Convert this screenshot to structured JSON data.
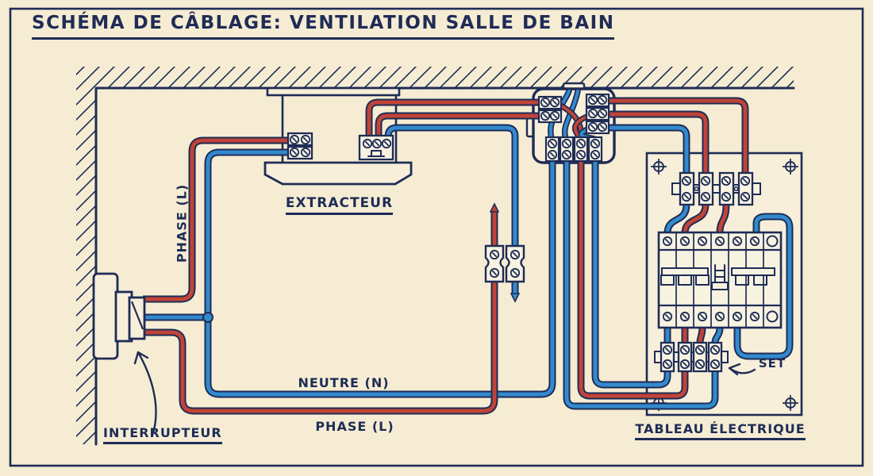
{
  "title": "SCHÉMA DE CÂBLAGE: VENTILATION SALLE DE BAIN",
  "labels": {
    "extractor": "EXTRACTEUR",
    "switch": "INTERRUPTEUR",
    "panel": "TABLEAU ÉLECTRIQUE",
    "vertical_phase": "PHASE (L)",
    "neutral_run": "NEUTRE (N)",
    "phase_run": "PHASE (L)",
    "set_tag": "SET"
  },
  "colors": {
    "background": "#f5ecd3",
    "ink": "#1e2c56",
    "phase_wire": "#c04437",
    "neutral_wire": "#338acd",
    "component_fill": "#f8f2e1",
    "panel_fill": "#f7efd9"
  }
}
